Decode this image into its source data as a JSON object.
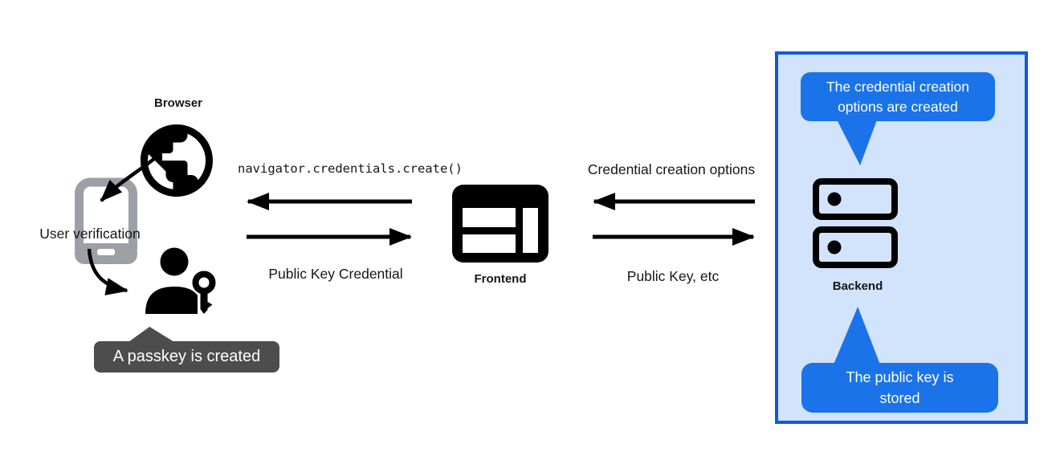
{
  "labels": {
    "browser": "Browser",
    "user_verification": "User verification",
    "passkey_created": "A passkey is created",
    "code_call": "navigator.credentials.create()",
    "public_key_credential": "Public Key Credential",
    "frontend": "Frontend",
    "credential_creation_options": "Credential creation options",
    "public_key_etc": "Public Key, etc",
    "backend": "Backend",
    "options_created": "The credential creation options are created",
    "public_key_stored": "The public key is stored"
  },
  "colors": {
    "callout_blue": "#1a73e8",
    "panel_background": "#d2e3fc",
    "panel_border": "#1259d8",
    "dark_callout_gray": "#4d4d4d",
    "phone_gray": "#9aa0a6",
    "icon_black": "#000000"
  },
  "icons": {
    "browser": "globe-icon",
    "user_verification_device": "smartphone-icon",
    "passkey": "person-key-icon",
    "frontend": "browser-window-icon",
    "backend": "server-stack-icon",
    "arrowheads": "black-triangle-arrow"
  }
}
